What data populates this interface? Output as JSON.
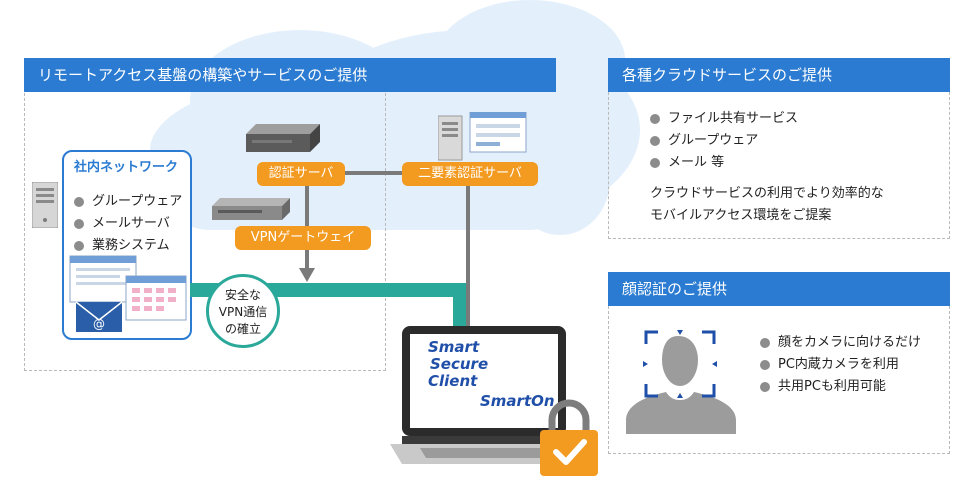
{
  "left_panel": {
    "title": "リモートアクセス基盤の構築やサービスのご提供",
    "internal_network": {
      "title": "社内ネットワーク",
      "items": [
        "グループウェア",
        "メールサーバ",
        "業務システム"
      ]
    },
    "auth_server_label": "認証サーバ",
    "two_factor_label": "二要素認証サーバ",
    "vpn_gateway_label": "VPNゲートウェイ",
    "vpn_circle_lines": [
      "安全な",
      "VPN通信",
      "の確立"
    ]
  },
  "laptop": {
    "product_lines": [
      "Smart",
      "Secure",
      "Client"
    ],
    "brand": "SmartOn"
  },
  "cloud_panel": {
    "title": "各種クラウドサービスのご提供",
    "items": [
      "ファイル共有サービス",
      "グループウェア",
      "メール 等"
    ],
    "description_lines": [
      "クラウドサービスの利用でより効率的な",
      "モバイルアクセス環境をご提案"
    ]
  },
  "face_panel": {
    "title": "顔認証のご提供",
    "items": [
      "顔をカメラに向けるだけ",
      "PC内蔵カメラを利用",
      "共用PCも利用可能"
    ]
  },
  "colors": {
    "header_blue": "#2a7bd1",
    "accent_orange": "#f39a21",
    "vpn_green": "#2aa89a",
    "cloud": "#e3f0fb"
  }
}
